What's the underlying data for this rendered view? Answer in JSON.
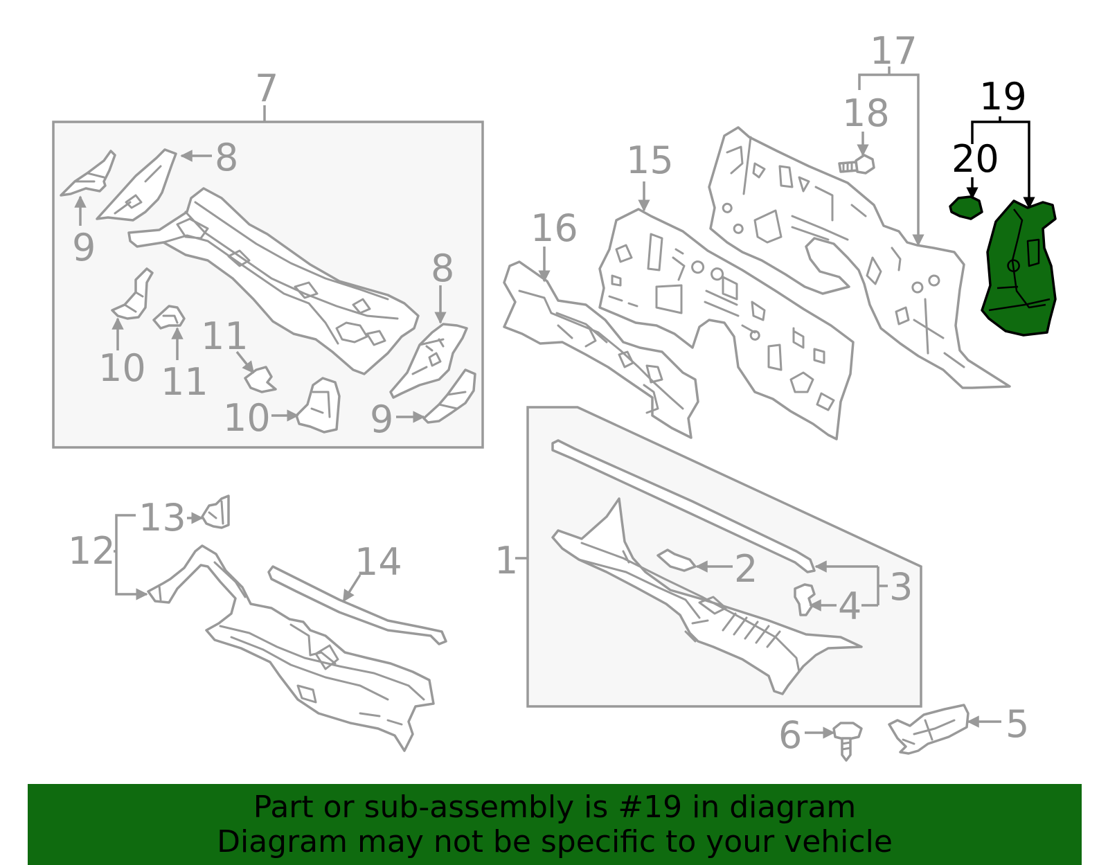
{
  "colors": {
    "line": "#999999",
    "highlight_fill": "#0f6b0f",
    "highlight_line": "#000000",
    "box_fill": "#f7f7f7",
    "banner_bg": "#0f6b0f"
  },
  "highlighted_part": "19",
  "callouts": {
    "c1": "1",
    "c2": "2",
    "c3": "3",
    "c4": "4",
    "c5": "5",
    "c6": "6",
    "c7": "7",
    "c8a": "8",
    "c8b": "8",
    "c9a": "9",
    "c9b": "9",
    "c10a": "10",
    "c10b": "10",
    "c11a": "11",
    "c11b": "11",
    "c12": "12",
    "c13": "13",
    "c14": "14",
    "c15": "15",
    "c16": "16",
    "c17": "17",
    "c18": "18",
    "c19": "19",
    "c20": "20"
  },
  "banner": {
    "line1": "Part or sub-assembly is #19 in diagram",
    "line2": "Diagram may not be specific to your vehicle"
  }
}
